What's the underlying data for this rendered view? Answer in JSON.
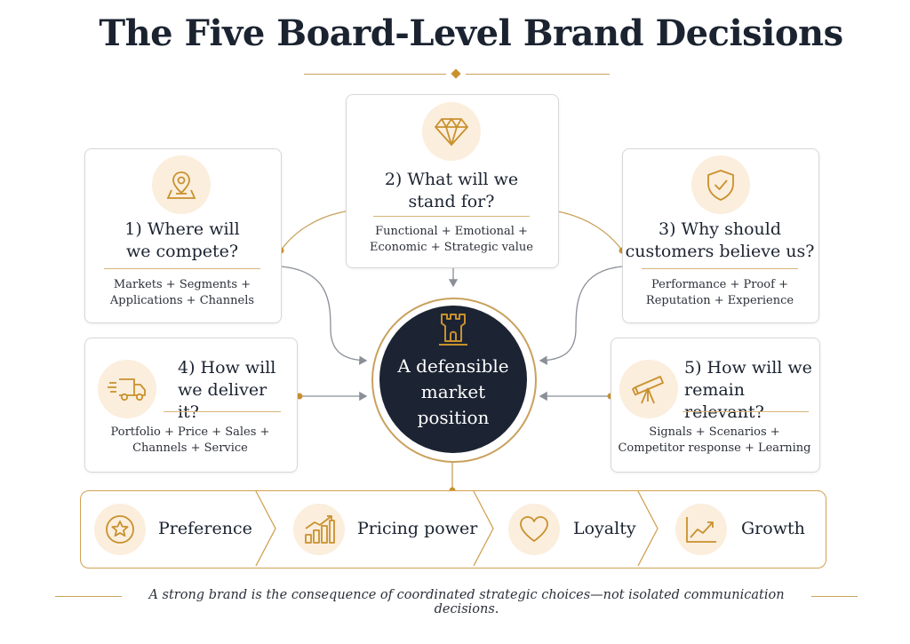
{
  "title": "The Five Board-Level Brand Decisions",
  "colors": {
    "accent": "#c9912e",
    "dark": "#1c2433",
    "icon_bg": "#fbeedd",
    "border": "#d7d7d7"
  },
  "decisions": [
    {
      "question": "1) Where will we compete?",
      "q_line1": "1) Where will",
      "q_line2": "we compete?",
      "desc_line1": "Markets + Segments +",
      "desc_line2": "Applications + Channels",
      "icon": "map-pin-icon"
    },
    {
      "question": "2) What will we stand for?",
      "q_line1": "2) What will we",
      "q_line2": "stand for?",
      "desc_line1": "Functional + Emotional +",
      "desc_line2": "Economic + Strategic value",
      "icon": "diamond-icon"
    },
    {
      "question": "3) Why should customers believe us?",
      "q_line1": "3) Why should",
      "q_line2": "customers believe us?",
      "desc_line1": "Performance + Proof +",
      "desc_line2": "Reputation + Experience",
      "icon": "shield-check-icon"
    },
    {
      "question": "4) How will we deliver it?",
      "q_line1": "4) How will",
      "q_line2": "we deliver it?",
      "desc_line1": "Portfolio + Price + Sales +",
      "desc_line2": "Channels + Service",
      "icon": "delivery-truck-icon"
    },
    {
      "question": "5) How will we remain relevant?",
      "q_line1": "5) How will we",
      "q_line2": "remain relevant?",
      "desc_line1": "Signals + Scenarios +",
      "desc_line2": "Competitor response + Learning",
      "icon": "telescope-icon"
    }
  ],
  "center": {
    "line1": "A defensible",
    "line2": "market",
    "line3": "position",
    "icon": "castle-tower-icon"
  },
  "outcomes": [
    {
      "label": "Preference",
      "icon": "star-icon"
    },
    {
      "label": "Pricing power",
      "icon": "bar-chart-up-icon"
    },
    {
      "label": "Loyalty",
      "icon": "heart-icon"
    },
    {
      "label": "Growth",
      "icon": "growth-line-icon"
    }
  ],
  "footer": "A strong brand is the consequence of coordinated strategic choices—not isolated communication decisions."
}
